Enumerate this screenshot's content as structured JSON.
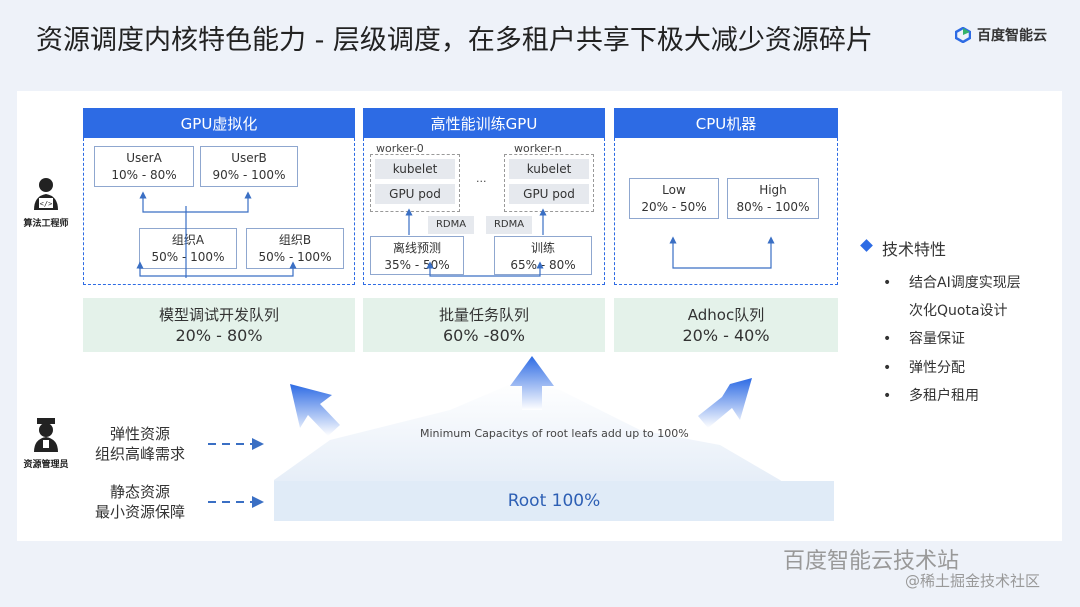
{
  "title": "资源调度内核特色能力 - 层级调度，在多租户共享下极大减少资源碎片",
  "logo": {
    "text": "百度智能云"
  },
  "sections": [
    {
      "header": "GPU虚拟化",
      "userA": {
        "name": "UserA",
        "range": "10% - 80%"
      },
      "userB": {
        "name": "UserB",
        "range": "90% - 100%"
      },
      "orgA": {
        "name": "组织A",
        "range": "50% - 100%"
      },
      "orgB": {
        "name": "组织B",
        "range": "50% - 100%"
      }
    },
    {
      "header": "高性能训练GPU",
      "worker0": {
        "label": "worker-0",
        "kubelet": "kubelet",
        "pod": "GPU pod"
      },
      "ellipsis": "...",
      "workerN": {
        "label": "worker-n",
        "kubelet": "kubelet",
        "pod": "GPU pod"
      },
      "rdma1": "RDMA",
      "rdma2": "RDMA",
      "offline": {
        "name": "离线预测",
        "range": "35% - 50%"
      },
      "train": {
        "name": "训练",
        "range": "65% - 80%"
      }
    },
    {
      "header": "CPU机器",
      "low": {
        "name": "Low",
        "range": "20% - 50%"
      },
      "high": {
        "name": "High",
        "range": "80% - 100%"
      }
    }
  ],
  "queues": [
    {
      "name": "模型调试开发队列",
      "range": "20% - 80%"
    },
    {
      "name": "批量任务队列",
      "range": "60% -80%"
    },
    {
      "name": "Adhoc队列",
      "range": "20% - 40%"
    }
  ],
  "roles": {
    "engineer": "算法工程师",
    "admin": "资源管理员"
  },
  "side": {
    "elastic": [
      "弹性资源",
      "组织高峰需求"
    ],
    "static": [
      "静态资源",
      "最小资源保障"
    ]
  },
  "mincap": "Minimum Capacitys of root leafs add up to 100%",
  "root": "Root 100%",
  "features": {
    "title": "技术特性",
    "items": [
      "结合AI调度实现层",
      "次化Quota设计",
      "容量保证",
      "弹性分配",
      "多租户租用"
    ]
  },
  "watermark": {
    "line1": "百度智能云技术站",
    "line2": "@稀土掘金技术社区"
  },
  "colors": {
    "accent": "#2d6be4",
    "queue_bg": "#e4f2ea"
  }
}
